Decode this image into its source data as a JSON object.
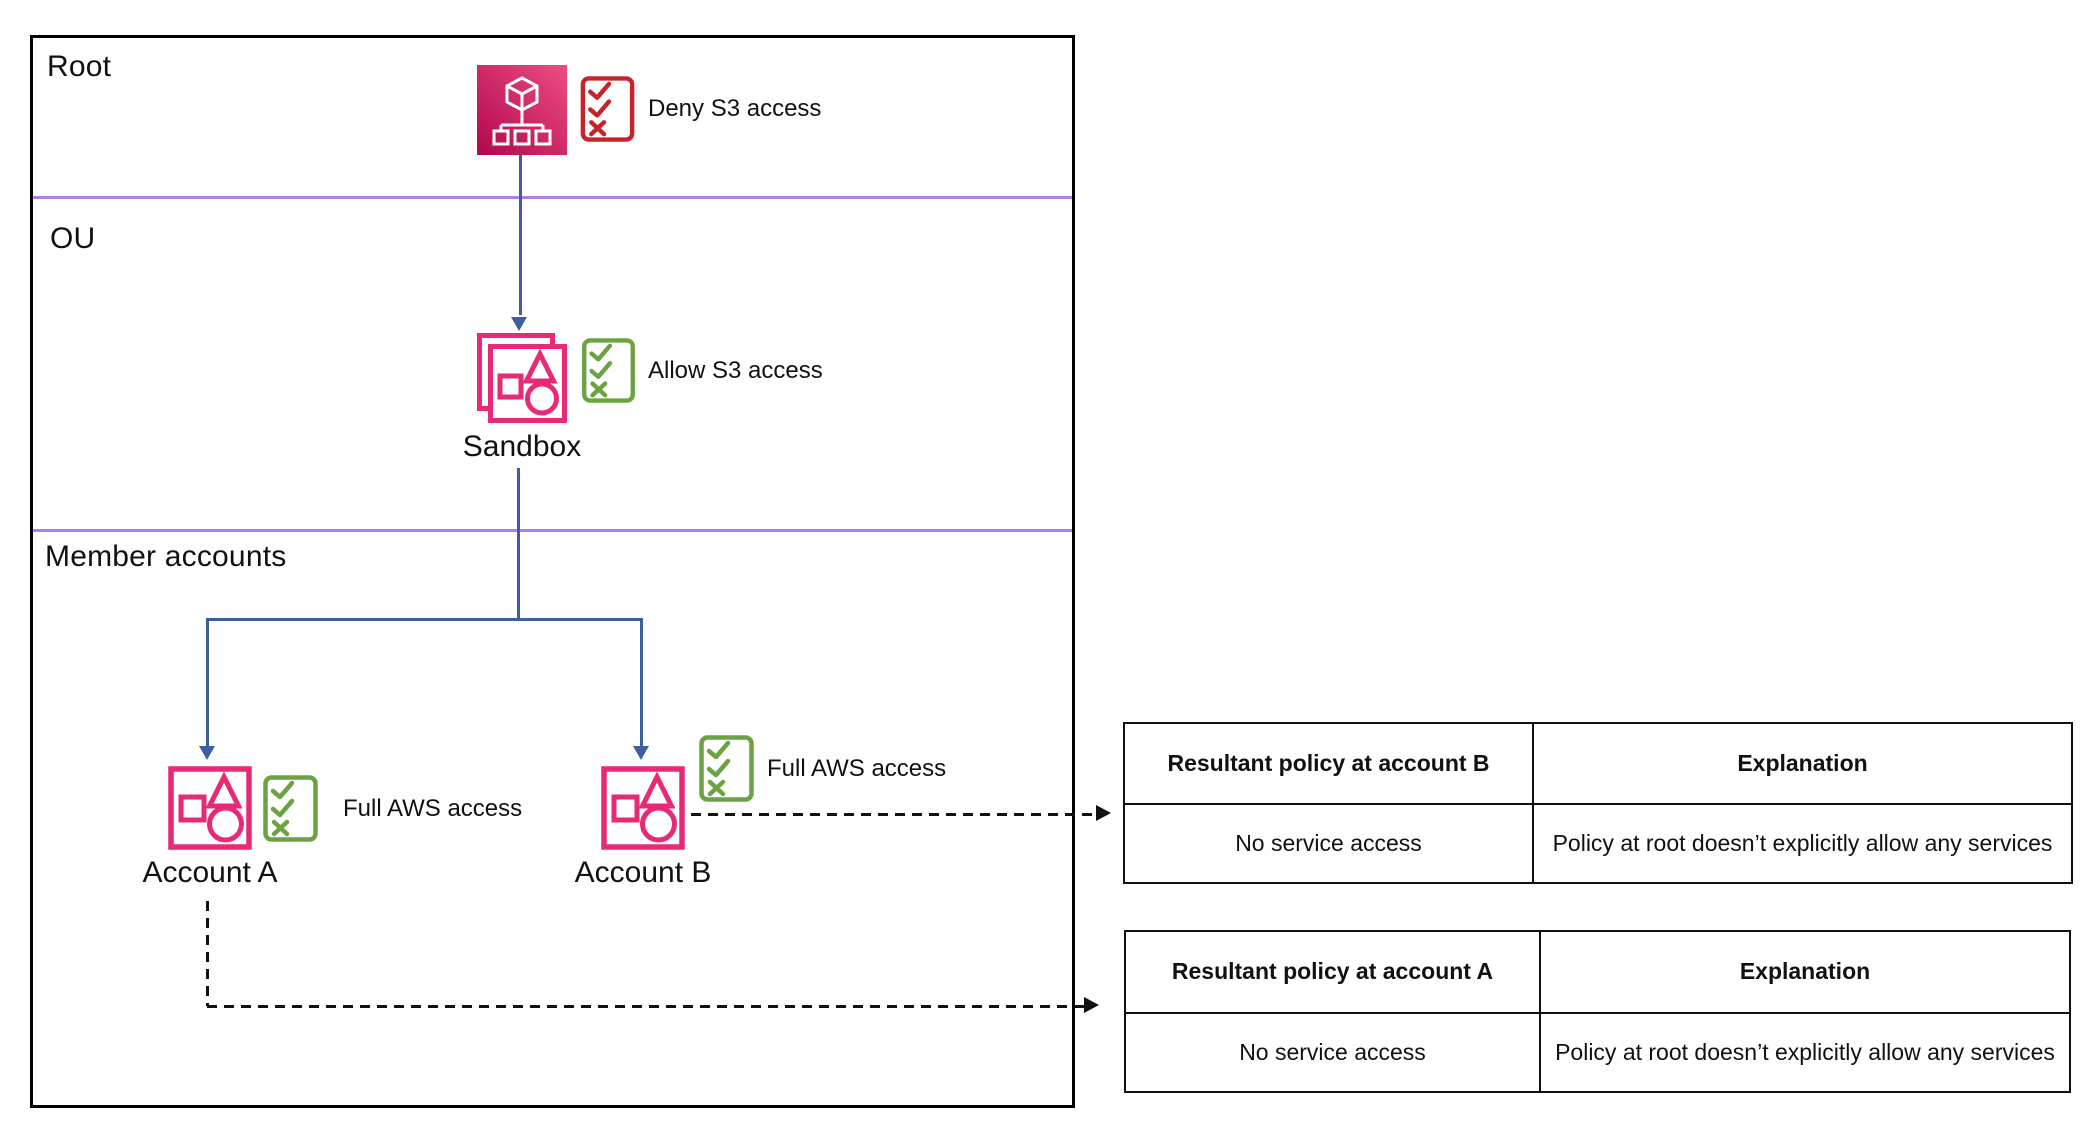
{
  "sections": {
    "root": "Root",
    "ou": "OU",
    "member": "Member accounts"
  },
  "nodes": {
    "root": {
      "icon": "aws-organizations-icon",
      "policy_label": "Deny S3 access"
    },
    "ou": {
      "icon": "organizational-unit-icon",
      "name": "Sandbox",
      "policy_label": "Allow S3 access"
    },
    "account_a": {
      "icon": "aws-account-icon",
      "name": "Account A",
      "policy_label": "Full AWS access"
    },
    "account_b": {
      "icon": "aws-account-icon",
      "name": "Account B",
      "policy_label": "Full AWS access"
    }
  },
  "icons": {
    "policy_deny": "scp-checklist-icon-red",
    "policy_allow": "scp-checklist-icon-green",
    "connectors": "arrow-down-icon",
    "dashed_connectors": "arrow-right-icon"
  },
  "colors": {
    "pink": "#e72a76",
    "green": "#6ba342",
    "red": "#c5242b",
    "blue": "#3d5f9f",
    "purple": "#b07ce8",
    "grad_dark": "#b0084d",
    "grad_light": "#ed4d83"
  },
  "tables": [
    {
      "headers": [
        "Resultant policy at account B",
        "Explanation"
      ],
      "rows": [
        [
          "No service access",
          "Policy at root doesn’t explicitly allow any services"
        ]
      ]
    },
    {
      "headers": [
        "Resultant policy at account A",
        "Explanation"
      ],
      "rows": [
        [
          "No service access",
          "Policy at root doesn’t explicitly allow any services"
        ]
      ]
    }
  ]
}
